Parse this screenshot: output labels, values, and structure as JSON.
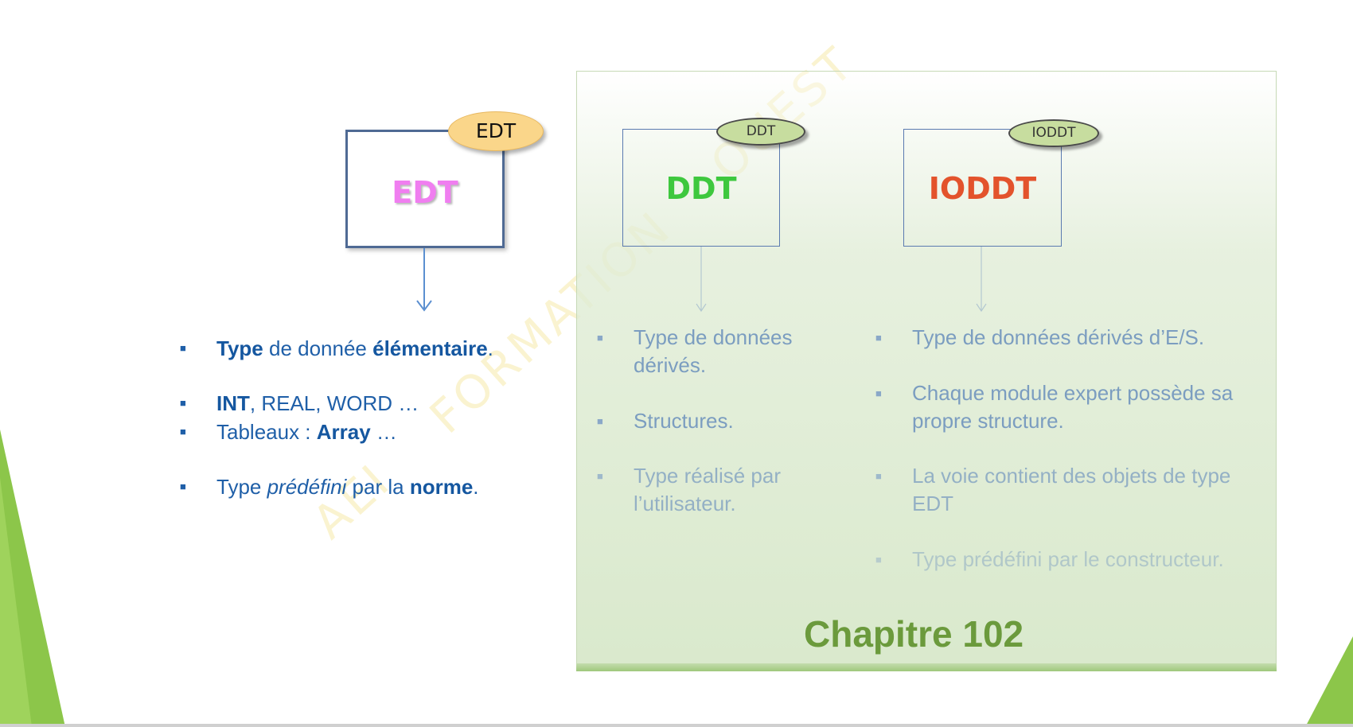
{
  "watermark": "AEI FORMATION OUEST",
  "edt": {
    "box_title": "EDT",
    "oval_label": "EDT",
    "bullets": [
      {
        "b1": "Type",
        "t1": " de donnée ",
        "b2": "élémentaire",
        "t2": "."
      },
      {
        "b1": "INT",
        "t1": ", REAL, WORD …"
      },
      {
        "t0": "Tableaux : ",
        "b1": "Array",
        "t1": " …"
      },
      {
        "t0": "Type ",
        "i1": "prédéfini",
        "t1": " par la ",
        "b1": "norme",
        "t2": "."
      }
    ]
  },
  "ddt": {
    "box_title": "DDT",
    "oval_label": "DDT",
    "bullets": [
      "Type de données dérivés.",
      "Structures.",
      "Type réalisé par l’utilisateur."
    ]
  },
  "ioddt": {
    "box_title": "IODDT",
    "oval_label": "IODDT",
    "bullets": [
      "Type de données dérivés d’E/S.",
      "Chaque module expert possède sa propre structure.",
      "La voie contient des objets de type EDT",
      "Type prédéfini par le constructeur."
    ]
  },
  "chapter": "Chapitre 102",
  "colors": {
    "accent_green": "#6b9a3c",
    "edt_pink": "#f07ef0",
    "ddt_green": "#3ec83e",
    "ioddt_orange": "#e3532c",
    "text_blue": "#1f5fa8"
  }
}
